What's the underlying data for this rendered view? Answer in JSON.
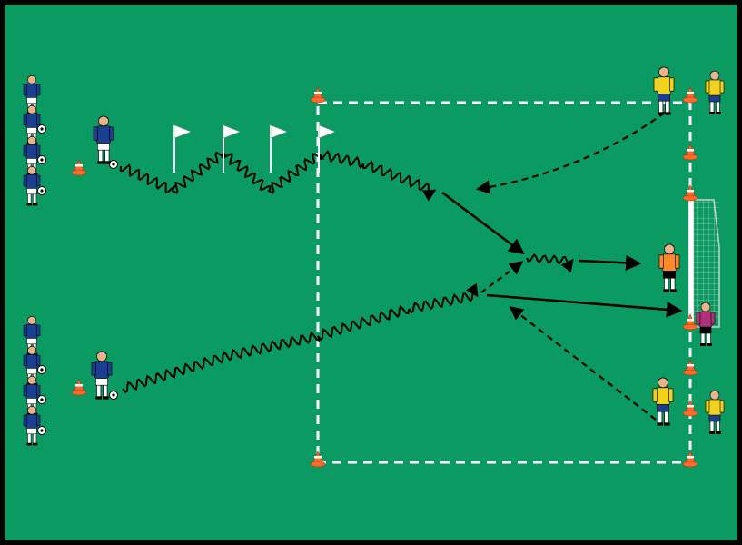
{
  "colors": {
    "pitch": "#0b9a62",
    "border": "#000000",
    "line": "#ffffff",
    "cone": "#ff6a2a",
    "blue_team": "#1b3f8f",
    "yellow_team": "#f1d21c",
    "keeper_orange": "#ff8a2a",
    "keeper_purple": "#b0307a",
    "arrow": "#000000"
  },
  "icons": [
    "player-icon",
    "ball-icon",
    "cone-icon",
    "flag-icon",
    "goal-icon"
  ],
  "diagram": {
    "field": "rectangle",
    "zone": "dashed-square",
    "flags_count": 4,
    "queues": [
      "top-left",
      "bottom-left"
    ],
    "goal_side": "right"
  }
}
